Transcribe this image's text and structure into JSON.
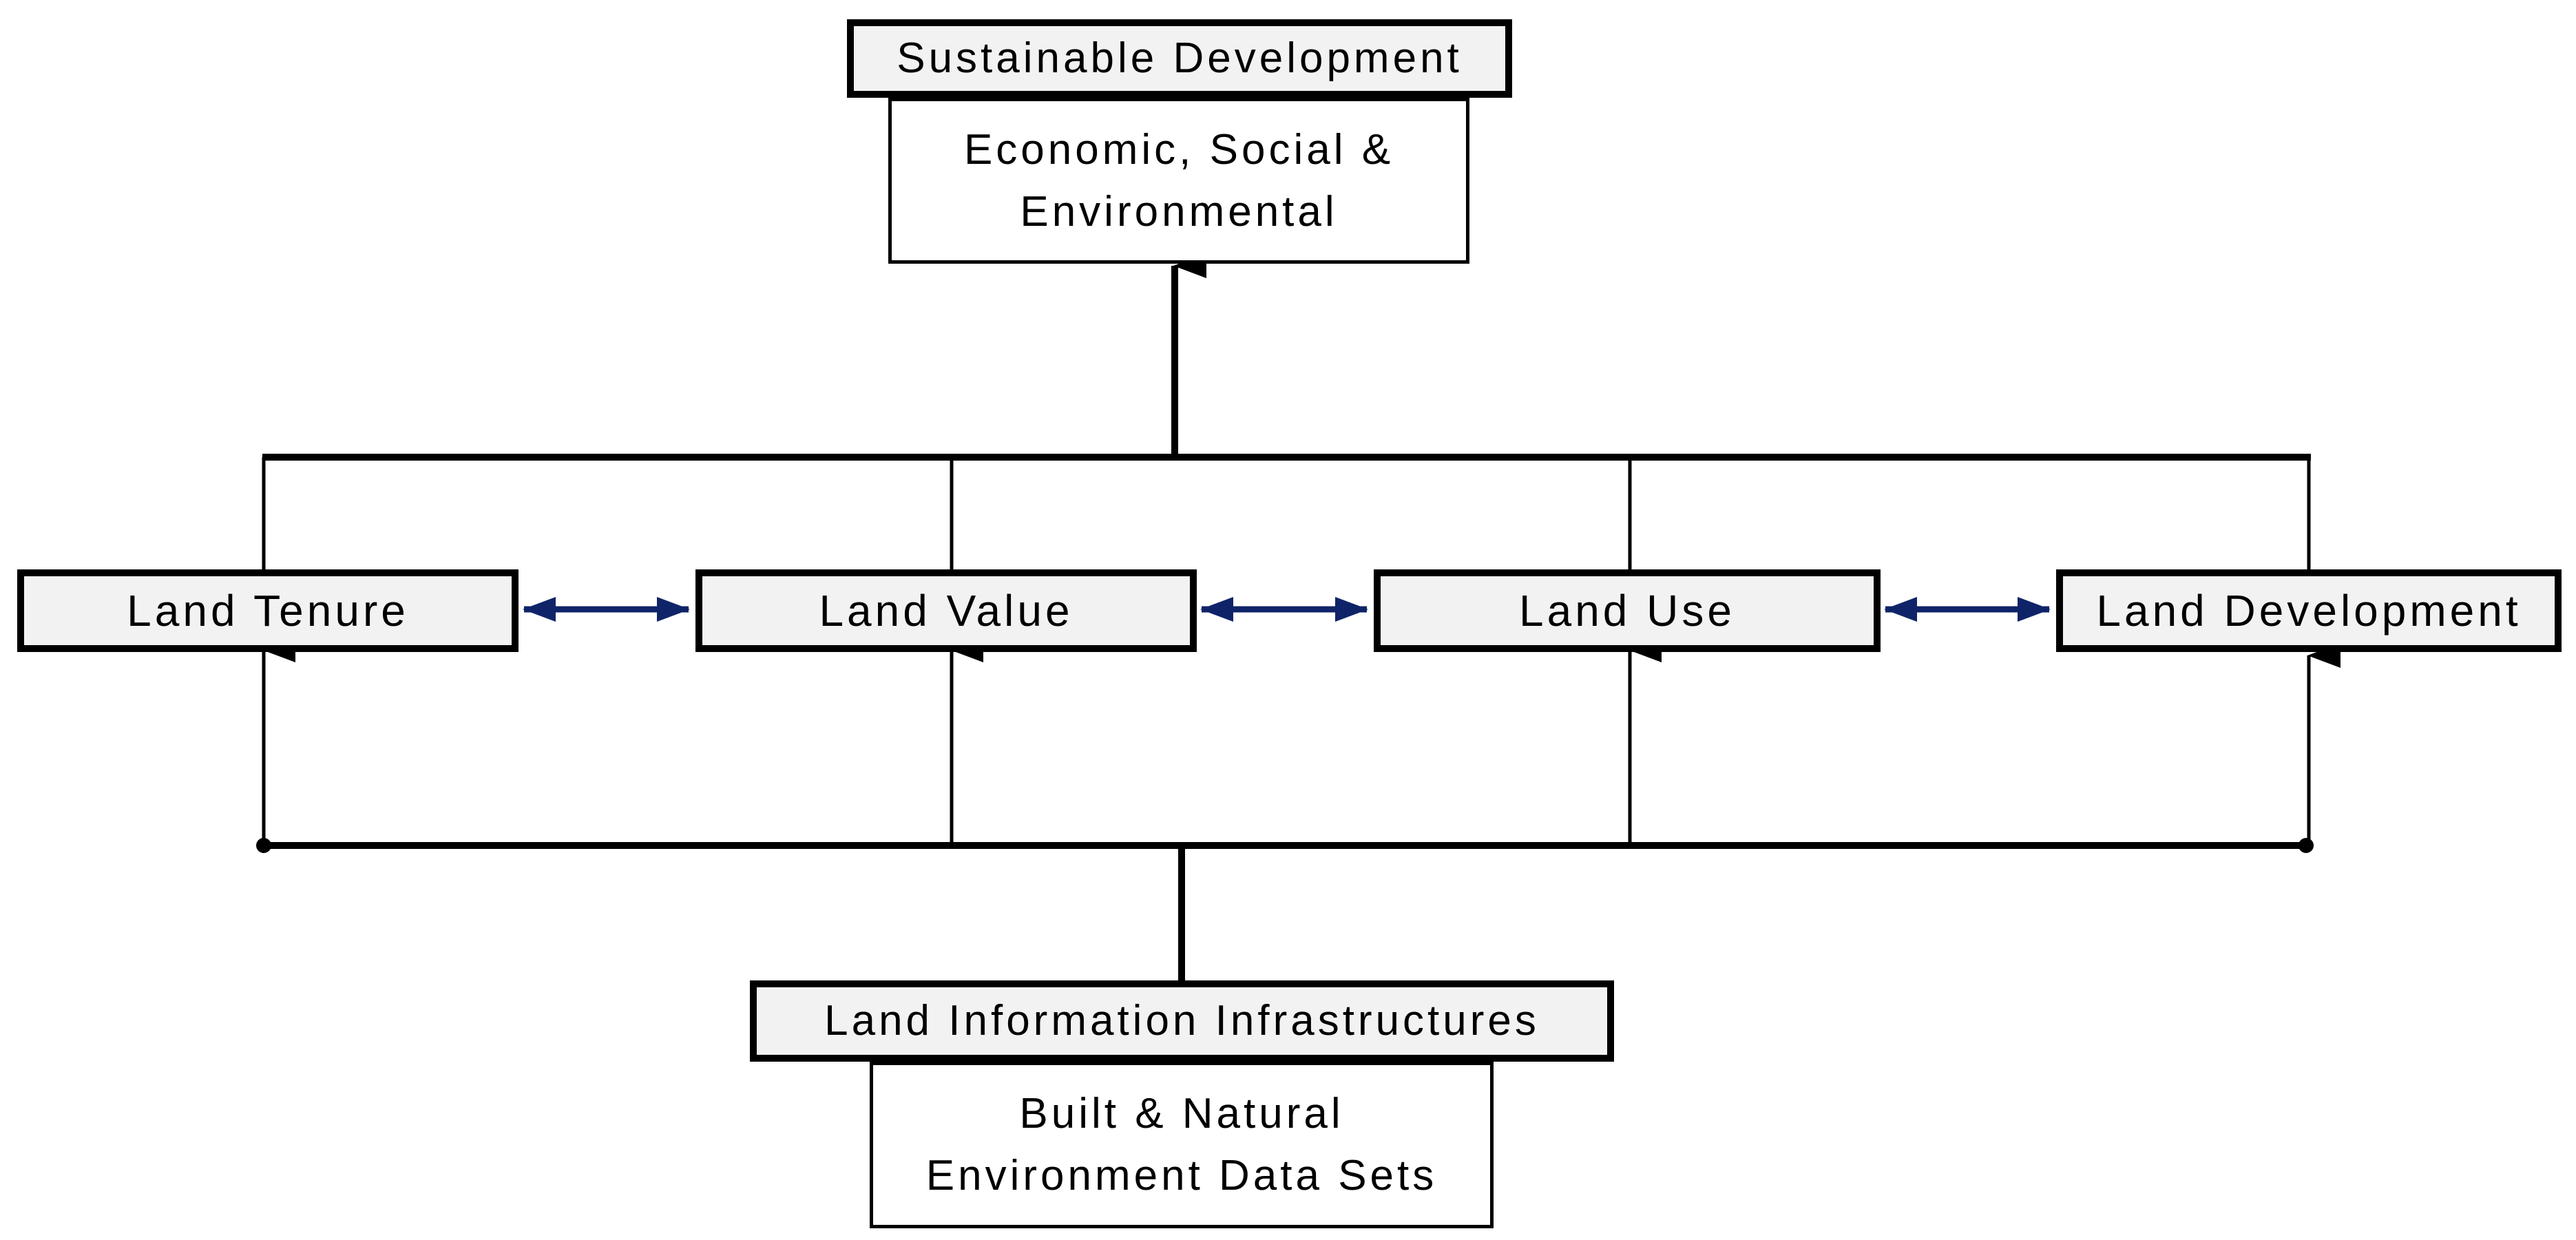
{
  "top": {
    "header": "Sustainable Development",
    "detail": "Economic, Social &\nEnvironmental"
  },
  "pillars": [
    {
      "label": "Land Tenure"
    },
    {
      "label": "Land Value"
    },
    {
      "label": "Land Use"
    },
    {
      "label": "Land Development"
    }
  ],
  "bottom": {
    "header": "Land Information Infrastructures",
    "detail": "Built & Natural\nEnvironment Data Sets"
  },
  "colors": {
    "box_fill": "#f2f2f2",
    "line": "#000000",
    "double_arrow": "#0f2468"
  }
}
